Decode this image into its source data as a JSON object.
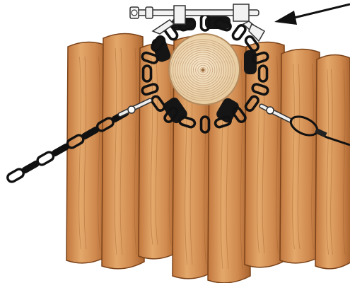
{
  "figure": {
    "subject": "log-chain-binder-on-timber-piles",
    "colors": {
      "wood_light": "#e0a56a",
      "wood_mid": "#c97f45",
      "wood_dark": "#9b5a28",
      "wood_edge": "#7a4219",
      "chain": "#111111",
      "log_face": "#f3e2c4",
      "log_rings": "#c9a27a",
      "roller": "#151515",
      "metal_light": "#f2f2f2",
      "metal_stroke": "#333333",
      "arrow": "#111111",
      "background": "#ffffff"
    },
    "icons": [
      "turnbuckle-binder",
      "pointer-arrow",
      "log-cross-section",
      "chain",
      "rubber-roller",
      "hook",
      "cable-eye"
    ]
  }
}
